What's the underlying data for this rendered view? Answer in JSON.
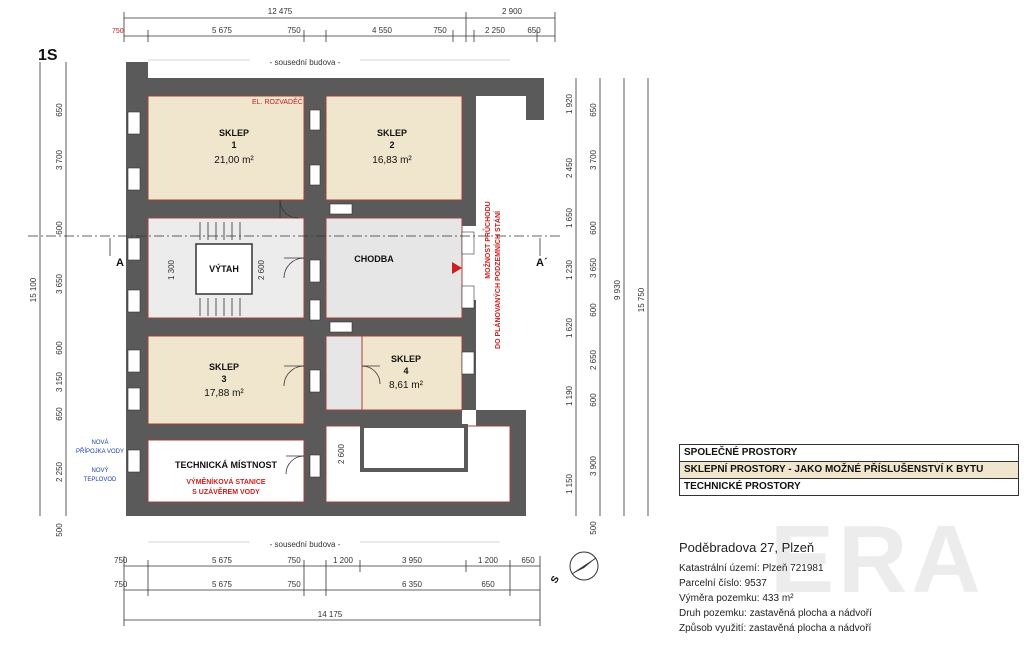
{
  "floor_label": "1S",
  "neighbor_label": "- sousední budova -",
  "rooms": {
    "sklep1": {
      "name": "SKLEP",
      "num": "1",
      "area": "21,00 m²"
    },
    "sklep2": {
      "name": "SKLEP",
      "num": "2",
      "area": "16,83 m²"
    },
    "sklep3": {
      "name": "SKLEP",
      "num": "3",
      "area": "17,88 m²"
    },
    "sklep4": {
      "name": "SKLEP",
      "num": "4",
      "area": "8,61 m²"
    },
    "vytah": "VÝTAH",
    "chodba": "CHODBA",
    "technicka": "TECHNICKÁ MÍSTNOST"
  },
  "notes": {
    "el_rozvadec": "EL. ROZVADĚČ",
    "vymenikova1": "VÝMĚNÍKOVÁ STANICE",
    "vymenikova2": "S UZÁVĚREM VODY",
    "moznost1": "MOŽNOST PRŮCHODU",
    "moznost2": "DO PLÁNOVANÝCH PODZEMNÍCH STÁNÍ",
    "nova1": "NOVÁ",
    "nova2": "PŘÍPOJKA VODY",
    "novy1": "NOVÝ",
    "novy2": "TEPLOVOD"
  },
  "section_marks": {
    "left": "A",
    "right": "A´"
  },
  "north": "S",
  "dims_top": {
    "total_left": "12 475",
    "total_right": "2 900",
    "row": [
      "750",
      "5 675",
      "750",
      "4 550",
      "750",
      "2 250",
      "650"
    ]
  },
  "dims_bottom": {
    "row1": [
      "750",
      "5 675",
      "750",
      "1 200",
      "3 950",
      "1 200",
      "650"
    ],
    "row2": [
      "750",
      "5 675",
      "750",
      "6 350",
      "650"
    ],
    "total": "14 175"
  },
  "dims_left": {
    "total": "15 100",
    "row": [
      "650",
      "3 700",
      "600",
      "3 650",
      "600",
      "3 150",
      "650",
      "2 250",
      "500"
    ]
  },
  "dims_right": {
    "total": "15 750",
    "sub": "9 930",
    "row": [
      "650",
      "3 700",
      "600",
      "3 650",
      "600",
      "2 650",
      "600",
      "3 900",
      "500"
    ],
    "row_b": [
      "1 920",
      "2 450",
      "1 650",
      "1 230",
      "1 620",
      "1 190",
      "1 150"
    ]
  },
  "interior_dims": {
    "d1": "1 300",
    "d2": "2 600",
    "d3": "2 600"
  },
  "legend": [
    "SPOLEČNÉ PROSTORY",
    "SKLEPNÍ PROSTORY - JAKO MOŽNÉ PŘÍSLUŠENSTVÍ K BYTU",
    "TECHNICKÉ PROSTORY"
  ],
  "info": {
    "address": "Poděbradova 27, Plzeň",
    "lines": [
      "Katastrální území: Plzeň 721981",
      "Parcelní číslo: 9537",
      "Výměra pozemku: 433 m²",
      "Druh pozemku: zastavěná plocha a nádvoří",
      "Způsob využití: zastavěná plocha a nádvoří"
    ]
  },
  "watermark": "ERA",
  "colors": {
    "wall": "#5a5a5a",
    "sklep": "#f0e6cd",
    "red": "#cc1f1f",
    "line": "#333333"
  }
}
